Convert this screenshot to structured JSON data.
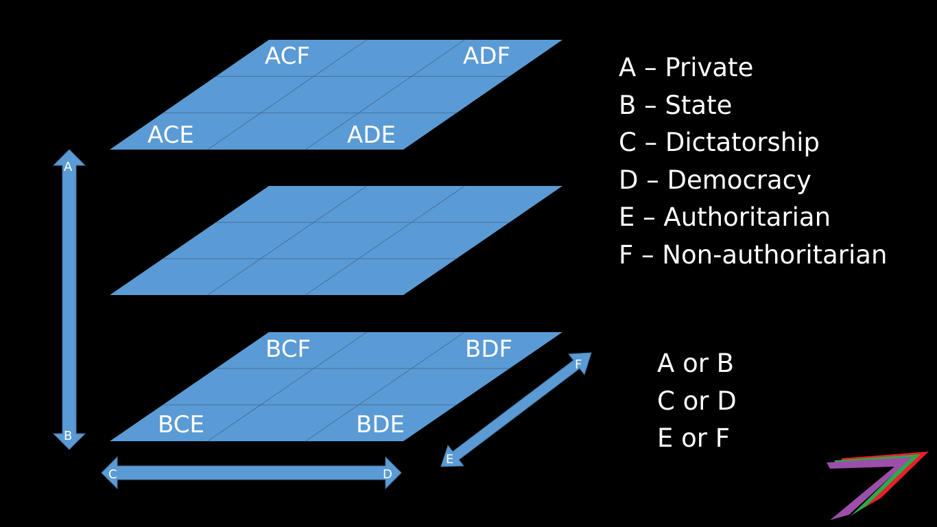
{
  "colors": {
    "background": "#000000",
    "plane_fill": "#5b9bd5",
    "plane_grid": "#41719c",
    "text": "#ffffff",
    "logo_purple": "#9b4fa8",
    "logo_green": "#2eaa4a",
    "logo_red": "#e8202a"
  },
  "layers": [
    {
      "name": "top",
      "labels": [
        {
          "id": "acf",
          "text": "ACF"
        },
        {
          "id": "adf",
          "text": "ADF"
        },
        {
          "id": "ace",
          "text": "ACE"
        },
        {
          "id": "ade",
          "text": "ADE"
        }
      ]
    },
    {
      "name": "middle",
      "labels": []
    },
    {
      "name": "bottom",
      "labels": [
        {
          "id": "bcf",
          "text": "BCF"
        },
        {
          "id": "bdf",
          "text": "BDF"
        },
        {
          "id": "bce",
          "text": "BCE"
        },
        {
          "id": "bde",
          "text": "BDE"
        }
      ]
    }
  ],
  "axes": {
    "vertical": {
      "start": "A",
      "end": "B"
    },
    "horizontal": {
      "start": "C",
      "end": "D"
    },
    "depth": {
      "start": "E",
      "end": "F"
    }
  },
  "legend": [
    "A – Private",
    "B – State",
    "C – Dictatorship",
    "D – Democracy",
    "E – Authoritarian",
    "F – Non-authoritarian"
  ],
  "choices": [
    "A or B",
    "C or D",
    "E or F"
  ]
}
